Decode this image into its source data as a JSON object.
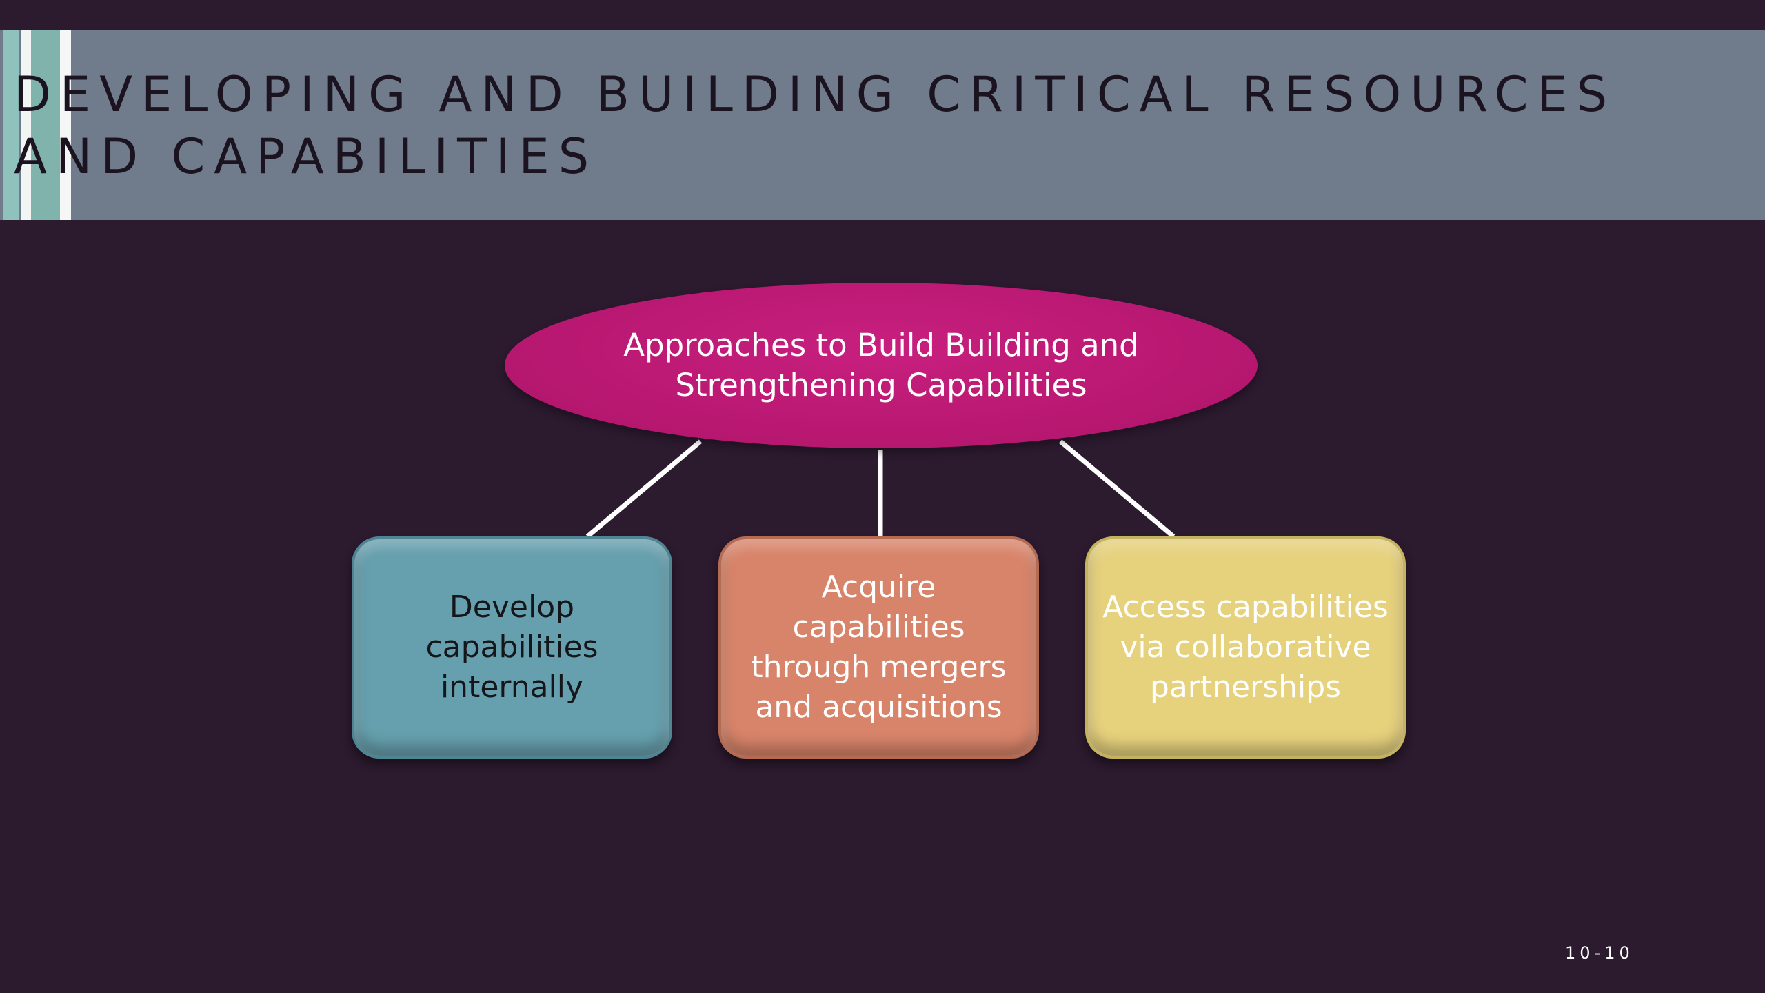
{
  "slide": {
    "title": "DEVELOPING AND BUILDING CRITICAL RESOURCES AND CAPABILITIES",
    "page_number": "10-10",
    "colors": {
      "background": "#2c1a2f",
      "title_band": "#707b8c",
      "root": "#b6176f",
      "develop": "#669fad",
      "acquire": "#d8846a",
      "access": "#e6d17d",
      "connector": "#ffffff"
    }
  },
  "diagram": {
    "root": {
      "label": "Approaches to Build Building and Strengthening Capabilities"
    },
    "children": [
      {
        "label": "Develop capabilities internally"
      },
      {
        "label": "Acquire capabilities through mergers and acquisitions"
      },
      {
        "label": "Access capabilities via collaborative partnerships"
      }
    ]
  }
}
